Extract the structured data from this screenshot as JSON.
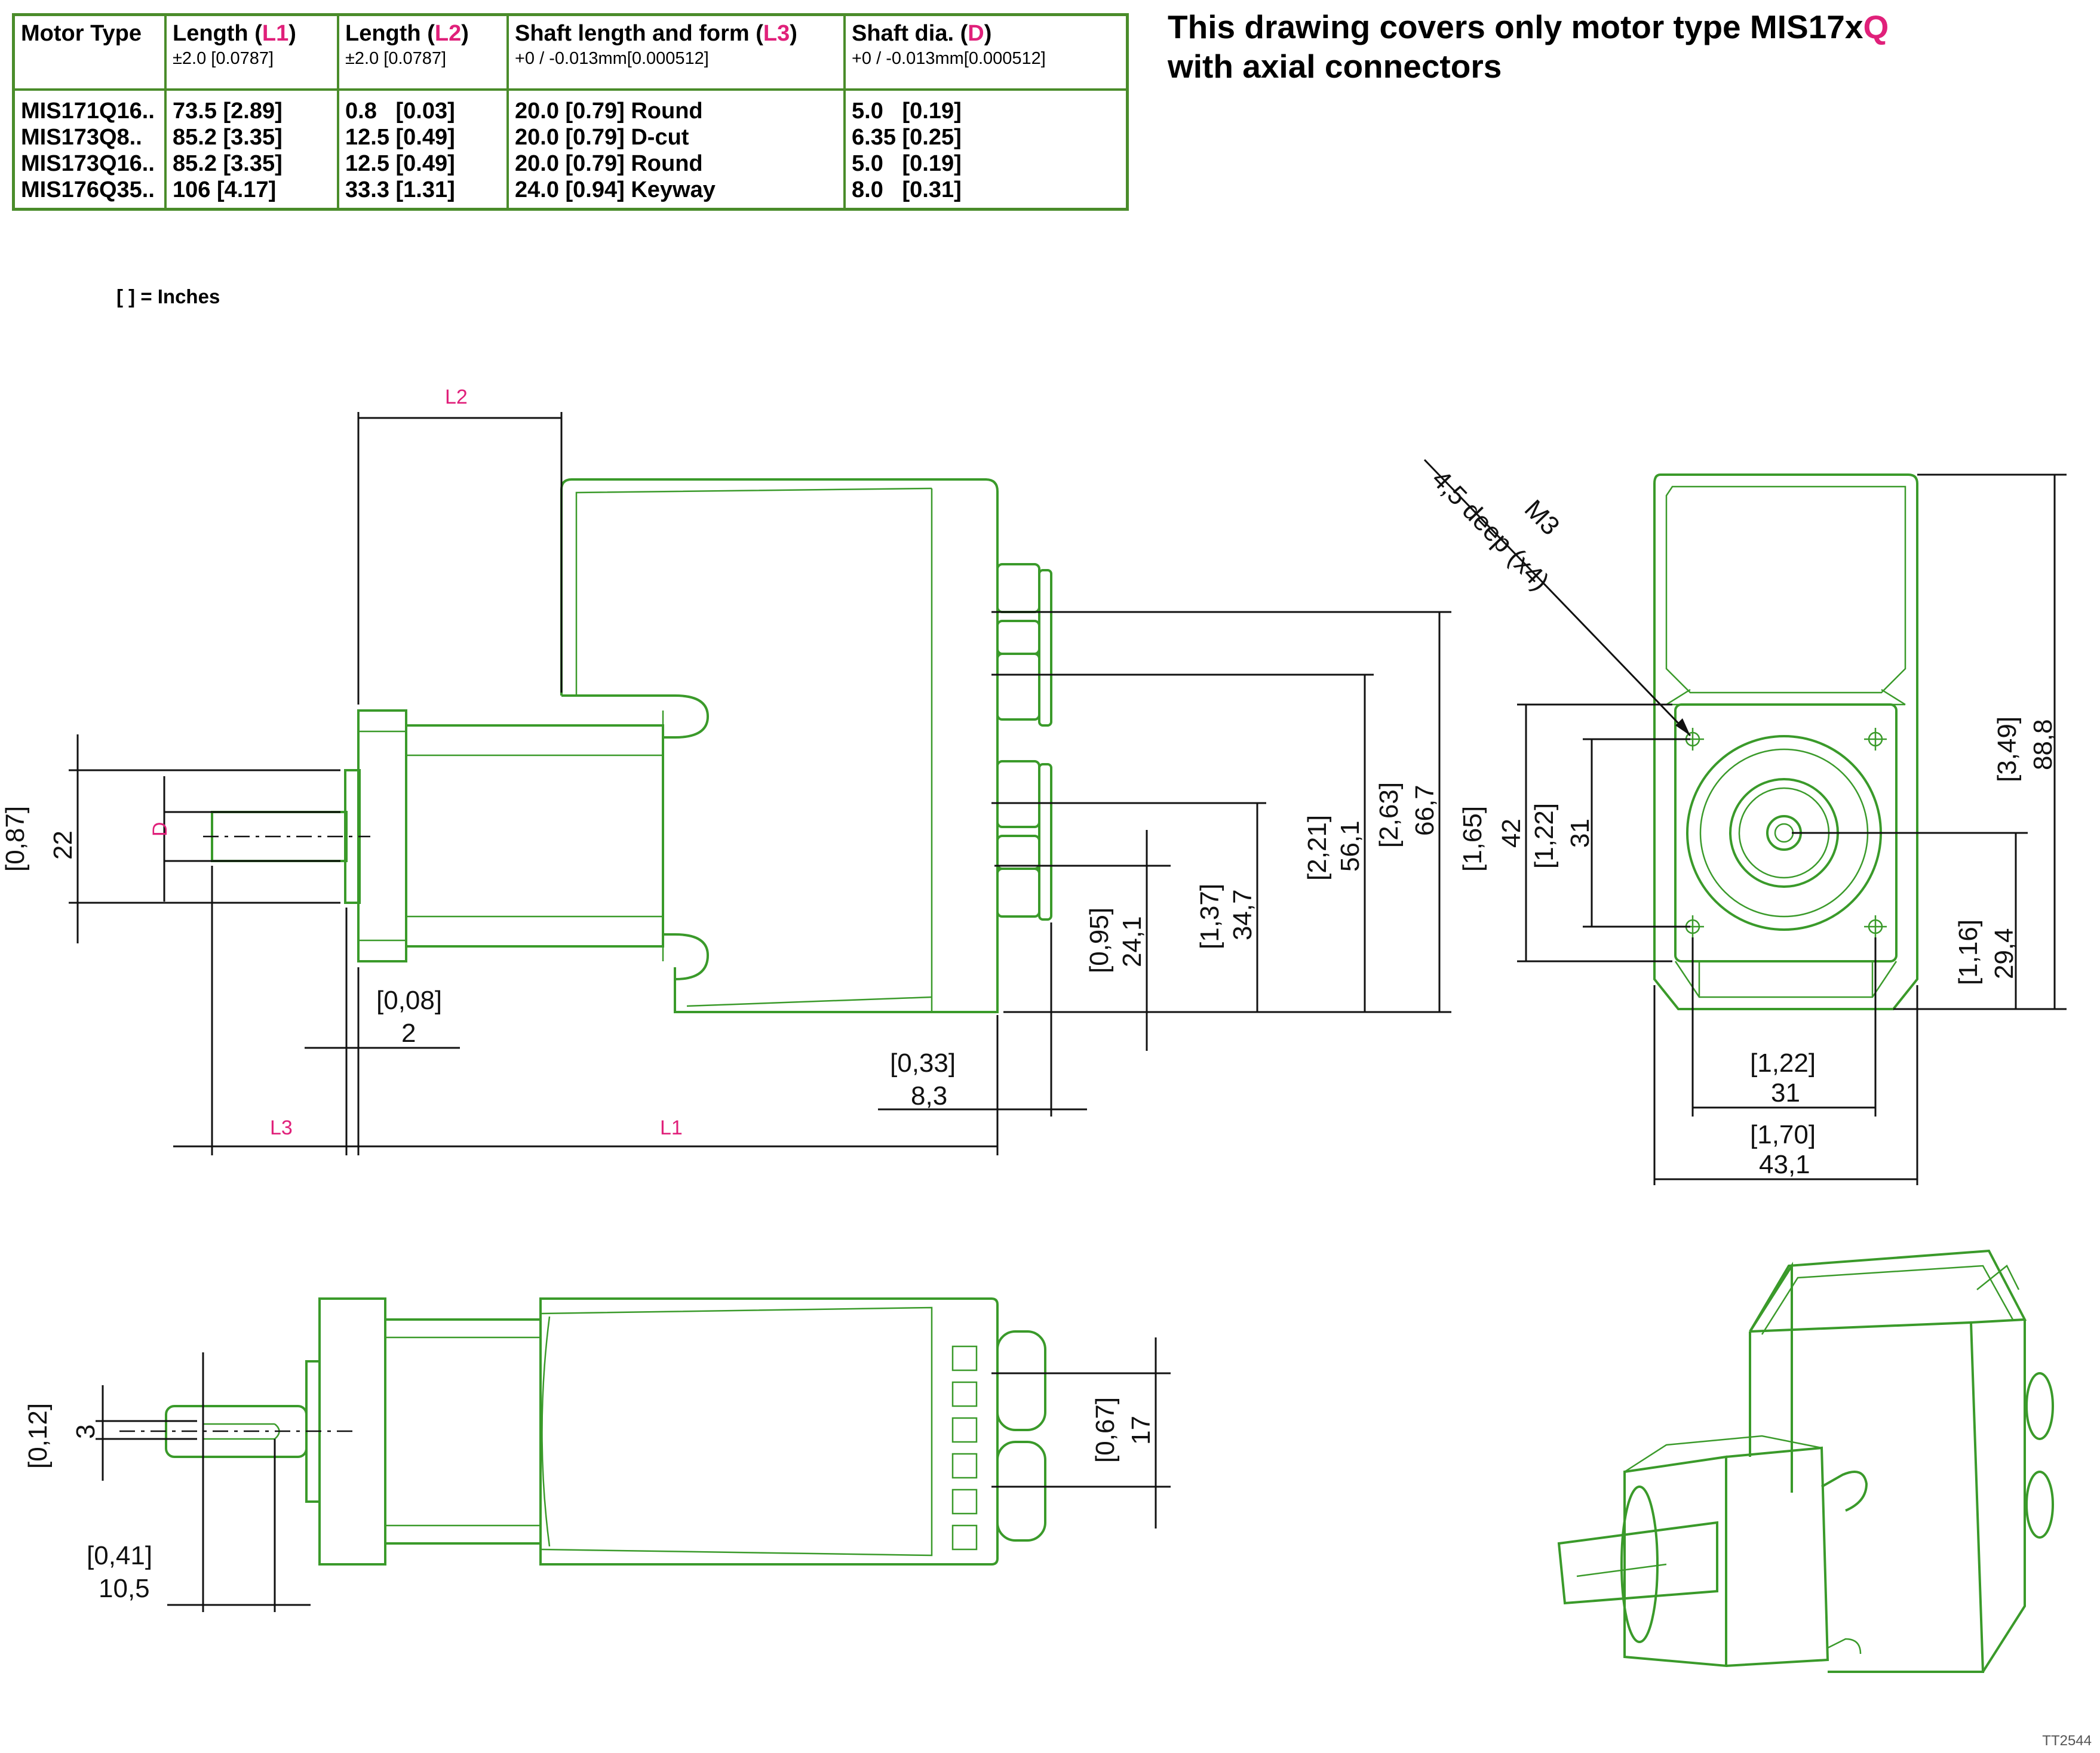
{
  "table": {
    "headers": [
      {
        "prefix": "Motor Type",
        "sym": "",
        "suffix": "",
        "sub": ""
      },
      {
        "prefix": "Length (",
        "sym": "L1",
        "suffix": ")",
        "sub": "±2.0 [0.0787]"
      },
      {
        "prefix": "Length (",
        "sym": "L2",
        "suffix": ")",
        "sub": "±2.0 [0.0787]"
      },
      {
        "prefix": "Shaft length and form (",
        "sym": "L3",
        "suffix": ")",
        "sub": "+0 / -0.013mm[0.000512]"
      },
      {
        "prefix": "Shaft dia. (",
        "sym": "D",
        "suffix": ")",
        "sub": "+0 / -0.013mm[0.000512]"
      }
    ],
    "rows": [
      [
        "MIS171Q16..",
        "73.5 [2.89]",
        "0.8   [0.03]",
        "20.0 [0.79] Round",
        "5.0   [0.19]"
      ],
      [
        "MIS173Q8..",
        "85.2 [3.35]",
        "12.5 [0.49]",
        "20.0 [0.79] D-cut",
        "6.35 [0.25]"
      ],
      [
        "MIS173Q16..",
        "85.2 [3.35]",
        "12.5 [0.49]",
        "20.0 [0.79] Round",
        "5.0   [0.19]"
      ],
      [
        "MIS176Q35..",
        "106  [4.17]",
        "33.3 [1.31]",
        "24.0 [0.94] Keyway",
        "8.0   [0.31]"
      ]
    ]
  },
  "headline": {
    "line1_prefix": "This drawing covers only motor type MIS17x",
    "line1_accent": "Q",
    "line2": "with axial connectors"
  },
  "inches_note": "[ ] = Inches",
  "labels": {
    "l1": "L1",
    "l2": "L2",
    "l3": "L3",
    "d": "D"
  },
  "dims": {
    "shaft_height": {
      "in": "[0,87]",
      "mm": "22"
    },
    "flange": {
      "in": "[0,08]",
      "mm": "2"
    },
    "connector_offset": {
      "in": "[0,33]",
      "mm": "8,3"
    },
    "conn_24": {
      "in": "[0,95]",
      "mm": "24,1"
    },
    "conn_34": {
      "in": "[1,37]",
      "mm": "34,7"
    },
    "conn_56": {
      "in": "[2,21]",
      "mm": "56,1"
    },
    "conn_66": {
      "in": "[2,63]",
      "mm": "66,7"
    },
    "front_42": {
      "in": "[1,65]",
      "mm": "42"
    },
    "front_31v": {
      "in": "[1,22]",
      "mm": "31"
    },
    "front_29": {
      "in": "[1,16]",
      "mm": "29,4"
    },
    "front_88": {
      "in": "[3,49]",
      "mm": "88,8"
    },
    "front_31h": {
      "in": "[1,22]",
      "mm": "31"
    },
    "front_43": {
      "in": "[1,70]",
      "mm": "43,1"
    },
    "thread_line1": "M3",
    "thread_line2": "4,5 deep (x4)",
    "keyway": {
      "in": "[0,12]",
      "mm": "3"
    },
    "keyway_len": {
      "in": "[0,41]",
      "mm": "10,5"
    },
    "top_17": {
      "in": "[0,67]",
      "mm": "17"
    }
  },
  "ref_code": "TT2544",
  "colors": {
    "outline": "#3a9a2a",
    "table_border": "#4a8c2a",
    "accent": "#e0207a"
  }
}
